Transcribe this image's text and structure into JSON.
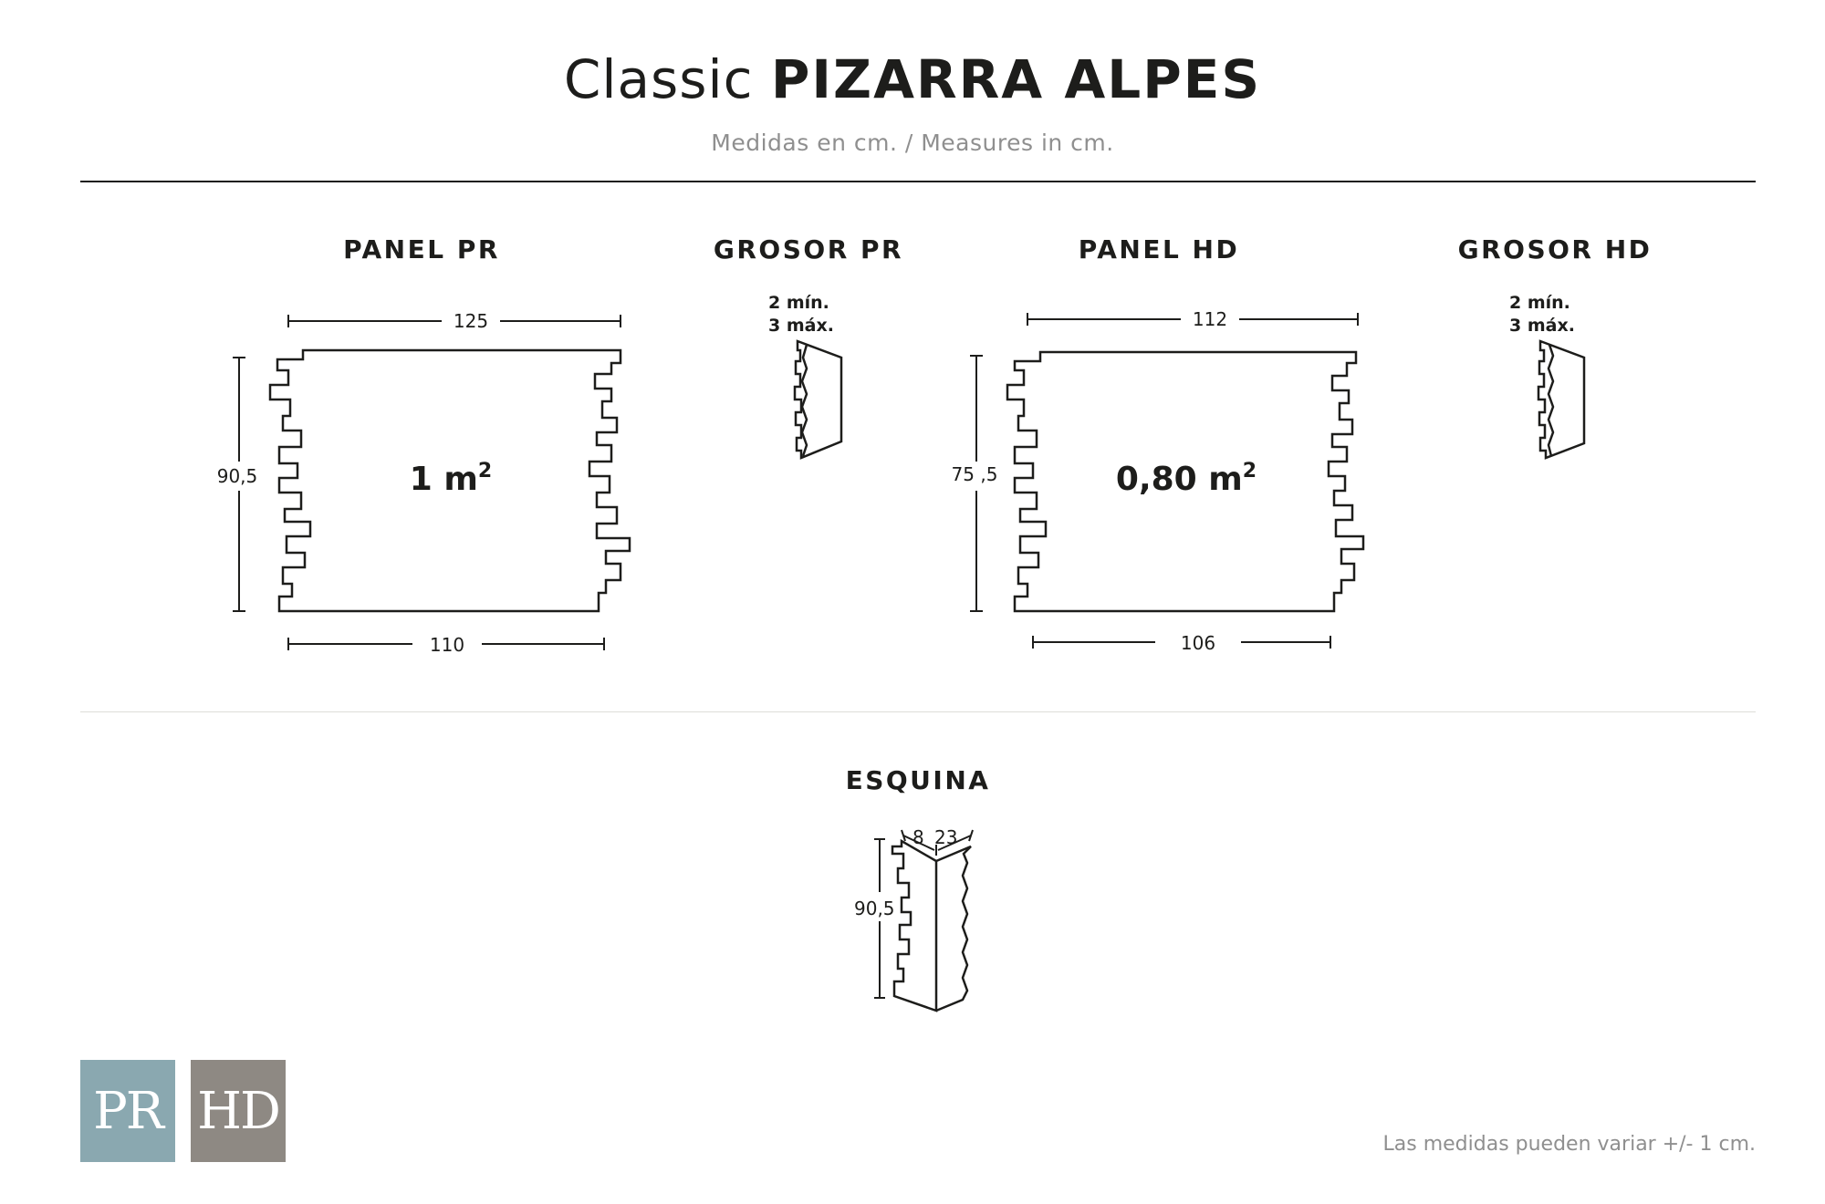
{
  "header": {
    "title_light": "Classic",
    "title_bold": "PIZARRA ALPES",
    "subtitle": "Medidas en cm. / Measures in cm."
  },
  "panel_pr": {
    "title": "PANEL PR",
    "top_width": "125",
    "bottom_width": "110",
    "height": "90,5",
    "area": "1 m",
    "area_exp": "2"
  },
  "grosor_pr": {
    "title": "GROSOR PR",
    "min": "2 mín.",
    "max": "3 máx."
  },
  "panel_hd": {
    "title": "PANEL HD",
    "top_width": "112",
    "bottom_width": "106",
    "height": "75 ,5",
    "area": "0,80 m",
    "area_exp": "2"
  },
  "grosor_hd": {
    "title": "GROSOR HD",
    "min": "2 mín.",
    "max": "3 máx."
  },
  "esquina": {
    "title": "ESQUINA",
    "side_a": "8",
    "side_b": "23",
    "height": "90,5"
  },
  "badges": {
    "pr": {
      "label": "PR",
      "color": "#8aa8b0"
    },
    "hd": {
      "label": "HD",
      "color": "#8e8983"
    }
  },
  "footer": {
    "note": "Las medidas pueden variar +/- 1 cm."
  }
}
